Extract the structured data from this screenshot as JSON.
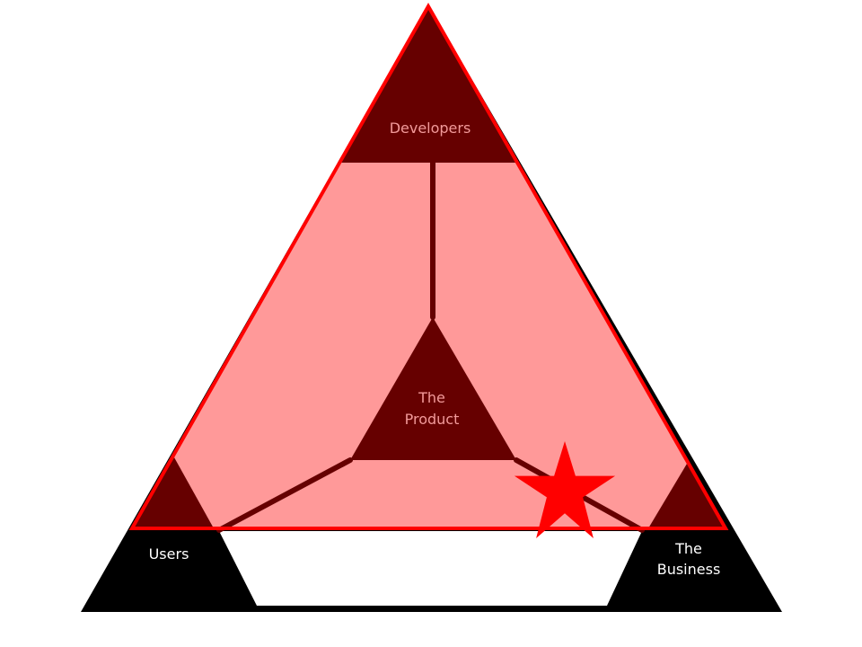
{
  "diagram": {
    "labels": {
      "top": "Developers",
      "center_line1": "The",
      "center_line2": "Product",
      "left": "Users",
      "right_line1": "The",
      "right_line2": "Business"
    },
    "colors": {
      "background": "#ffffff",
      "black": "#000000",
      "dark_red": "#660000",
      "pink_overlay": "#ff9999",
      "red_outline": "#ff0000",
      "star": "#ff0000",
      "pink_label": "#f29a9a",
      "white_label": "#ffffff"
    },
    "marker": {
      "icon": "star-icon"
    }
  }
}
